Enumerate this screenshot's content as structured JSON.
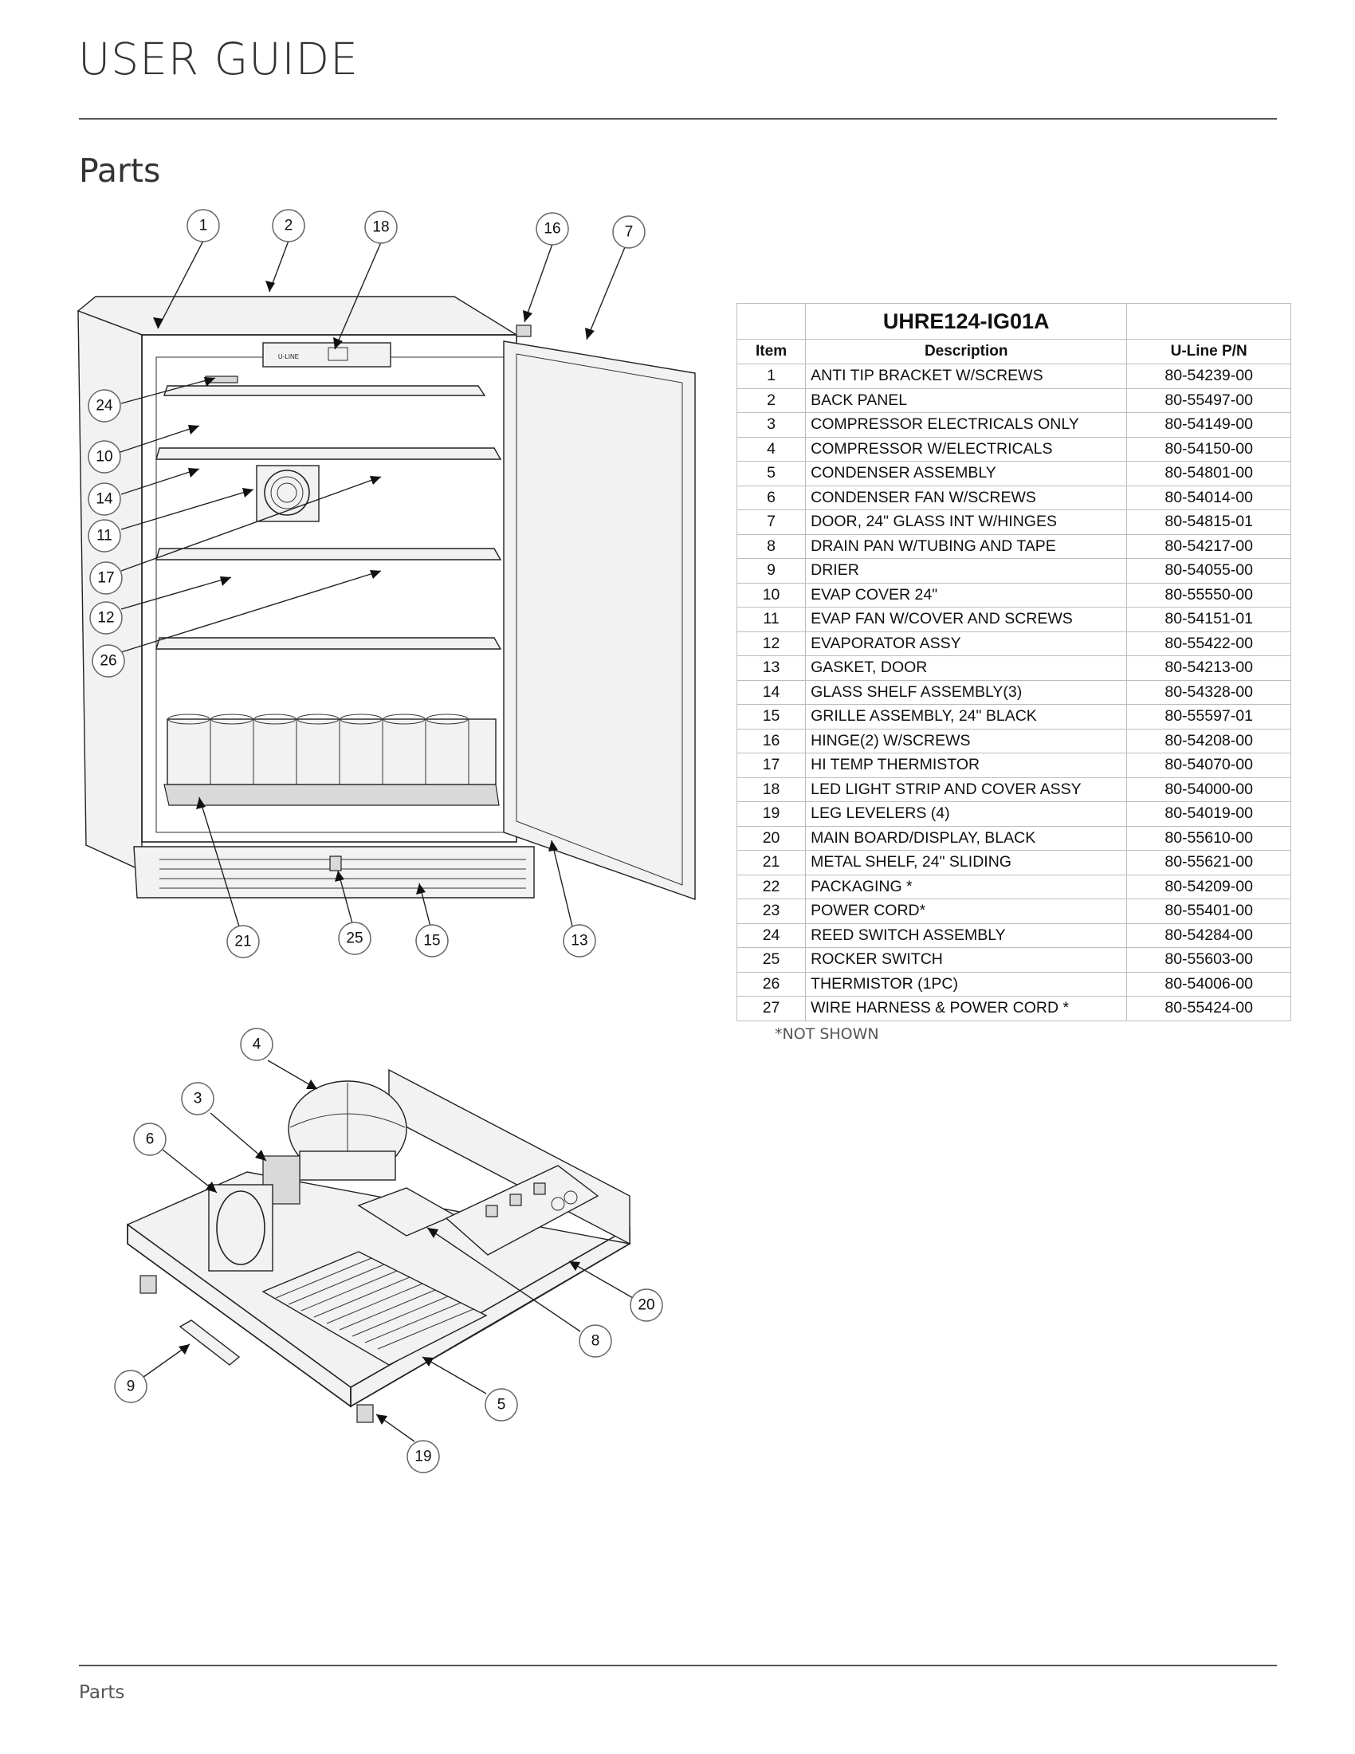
{
  "header": {
    "title": "USER GUIDE"
  },
  "section": {
    "title": "Parts"
  },
  "footer": {
    "text": "Parts"
  },
  "table": {
    "model": "UHRE124-IG01A",
    "columns": [
      "Item",
      "Description",
      "U-Line P/N"
    ],
    "rows": [
      [
        "1",
        "ANTI TIP BRACKET W/SCREWS",
        "80-54239-00"
      ],
      [
        "2",
        "BACK PANEL",
        "80-55497-00"
      ],
      [
        "3",
        "COMPRESSOR ELECTRICALS ONLY",
        "80-54149-00"
      ],
      [
        "4",
        "COMPRESSOR W/ELECTRICALS",
        "80-54150-00"
      ],
      [
        "5",
        "CONDENSER ASSEMBLY",
        "80-54801-00"
      ],
      [
        "6",
        "CONDENSER FAN W/SCREWS",
        "80-54014-00"
      ],
      [
        "7",
        "DOOR, 24\" GLASS INT W/HINGES",
        "80-54815-01"
      ],
      [
        "8",
        "DRAIN PAN W/TUBING AND TAPE",
        "80-54217-00"
      ],
      [
        "9",
        "DRIER",
        "80-54055-00"
      ],
      [
        "10",
        "EVAP COVER 24\"",
        "80-55550-00"
      ],
      [
        "11",
        "EVAP FAN W/COVER AND SCREWS",
        "80-54151-01"
      ],
      [
        "12",
        "EVAPORATOR ASSY",
        "80-55422-00"
      ],
      [
        "13",
        "GASKET, DOOR",
        "80-54213-00"
      ],
      [
        "14",
        "GLASS SHELF ASSEMBLY(3)",
        "80-54328-00"
      ],
      [
        "15",
        "GRILLE ASSEMBLY, 24\" BLACK",
        "80-55597-01"
      ],
      [
        "16",
        "HINGE(2) W/SCREWS",
        "80-54208-00"
      ],
      [
        "17",
        "HI TEMP THERMISTOR",
        "80-54070-00"
      ],
      [
        "18",
        "LED LIGHT STRIP AND COVER ASSY",
        "80-54000-00"
      ],
      [
        "19",
        "LEG LEVELERS (4)",
        "80-54019-00"
      ],
      [
        "20",
        "MAIN BOARD/DISPLAY, BLACK",
        "80-55610-00"
      ],
      [
        "21",
        "METAL SHELF, 24\" SLIDING",
        "80-55621-00"
      ],
      [
        "22",
        "PACKAGING *",
        "80-54209-00"
      ],
      [
        "23",
        "POWER CORD*",
        "80-55401-00"
      ],
      [
        "24",
        "REED SWITCH ASSEMBLY",
        "80-54284-00"
      ],
      [
        "25",
        "ROCKER SWITCH",
        "80-55603-00"
      ],
      [
        "26",
        "THERMISTOR (1PC)",
        "80-54006-00"
      ],
      [
        "27",
        "WIRE HARNESS & POWER CORD *",
        "80-55424-00"
      ]
    ],
    "note": "*NOT SHOWN"
  },
  "diagram_upper": {
    "brand_label": "U-LINE",
    "callouts": [
      "1",
      "2",
      "18",
      "16",
      "7",
      "24",
      "10",
      "14",
      "11",
      "17",
      "12",
      "26",
      "21",
      "25",
      "15",
      "13"
    ]
  },
  "diagram_lower": {
    "callouts": [
      "4",
      "3",
      "6",
      "20",
      "8",
      "9",
      "5",
      "19"
    ]
  }
}
